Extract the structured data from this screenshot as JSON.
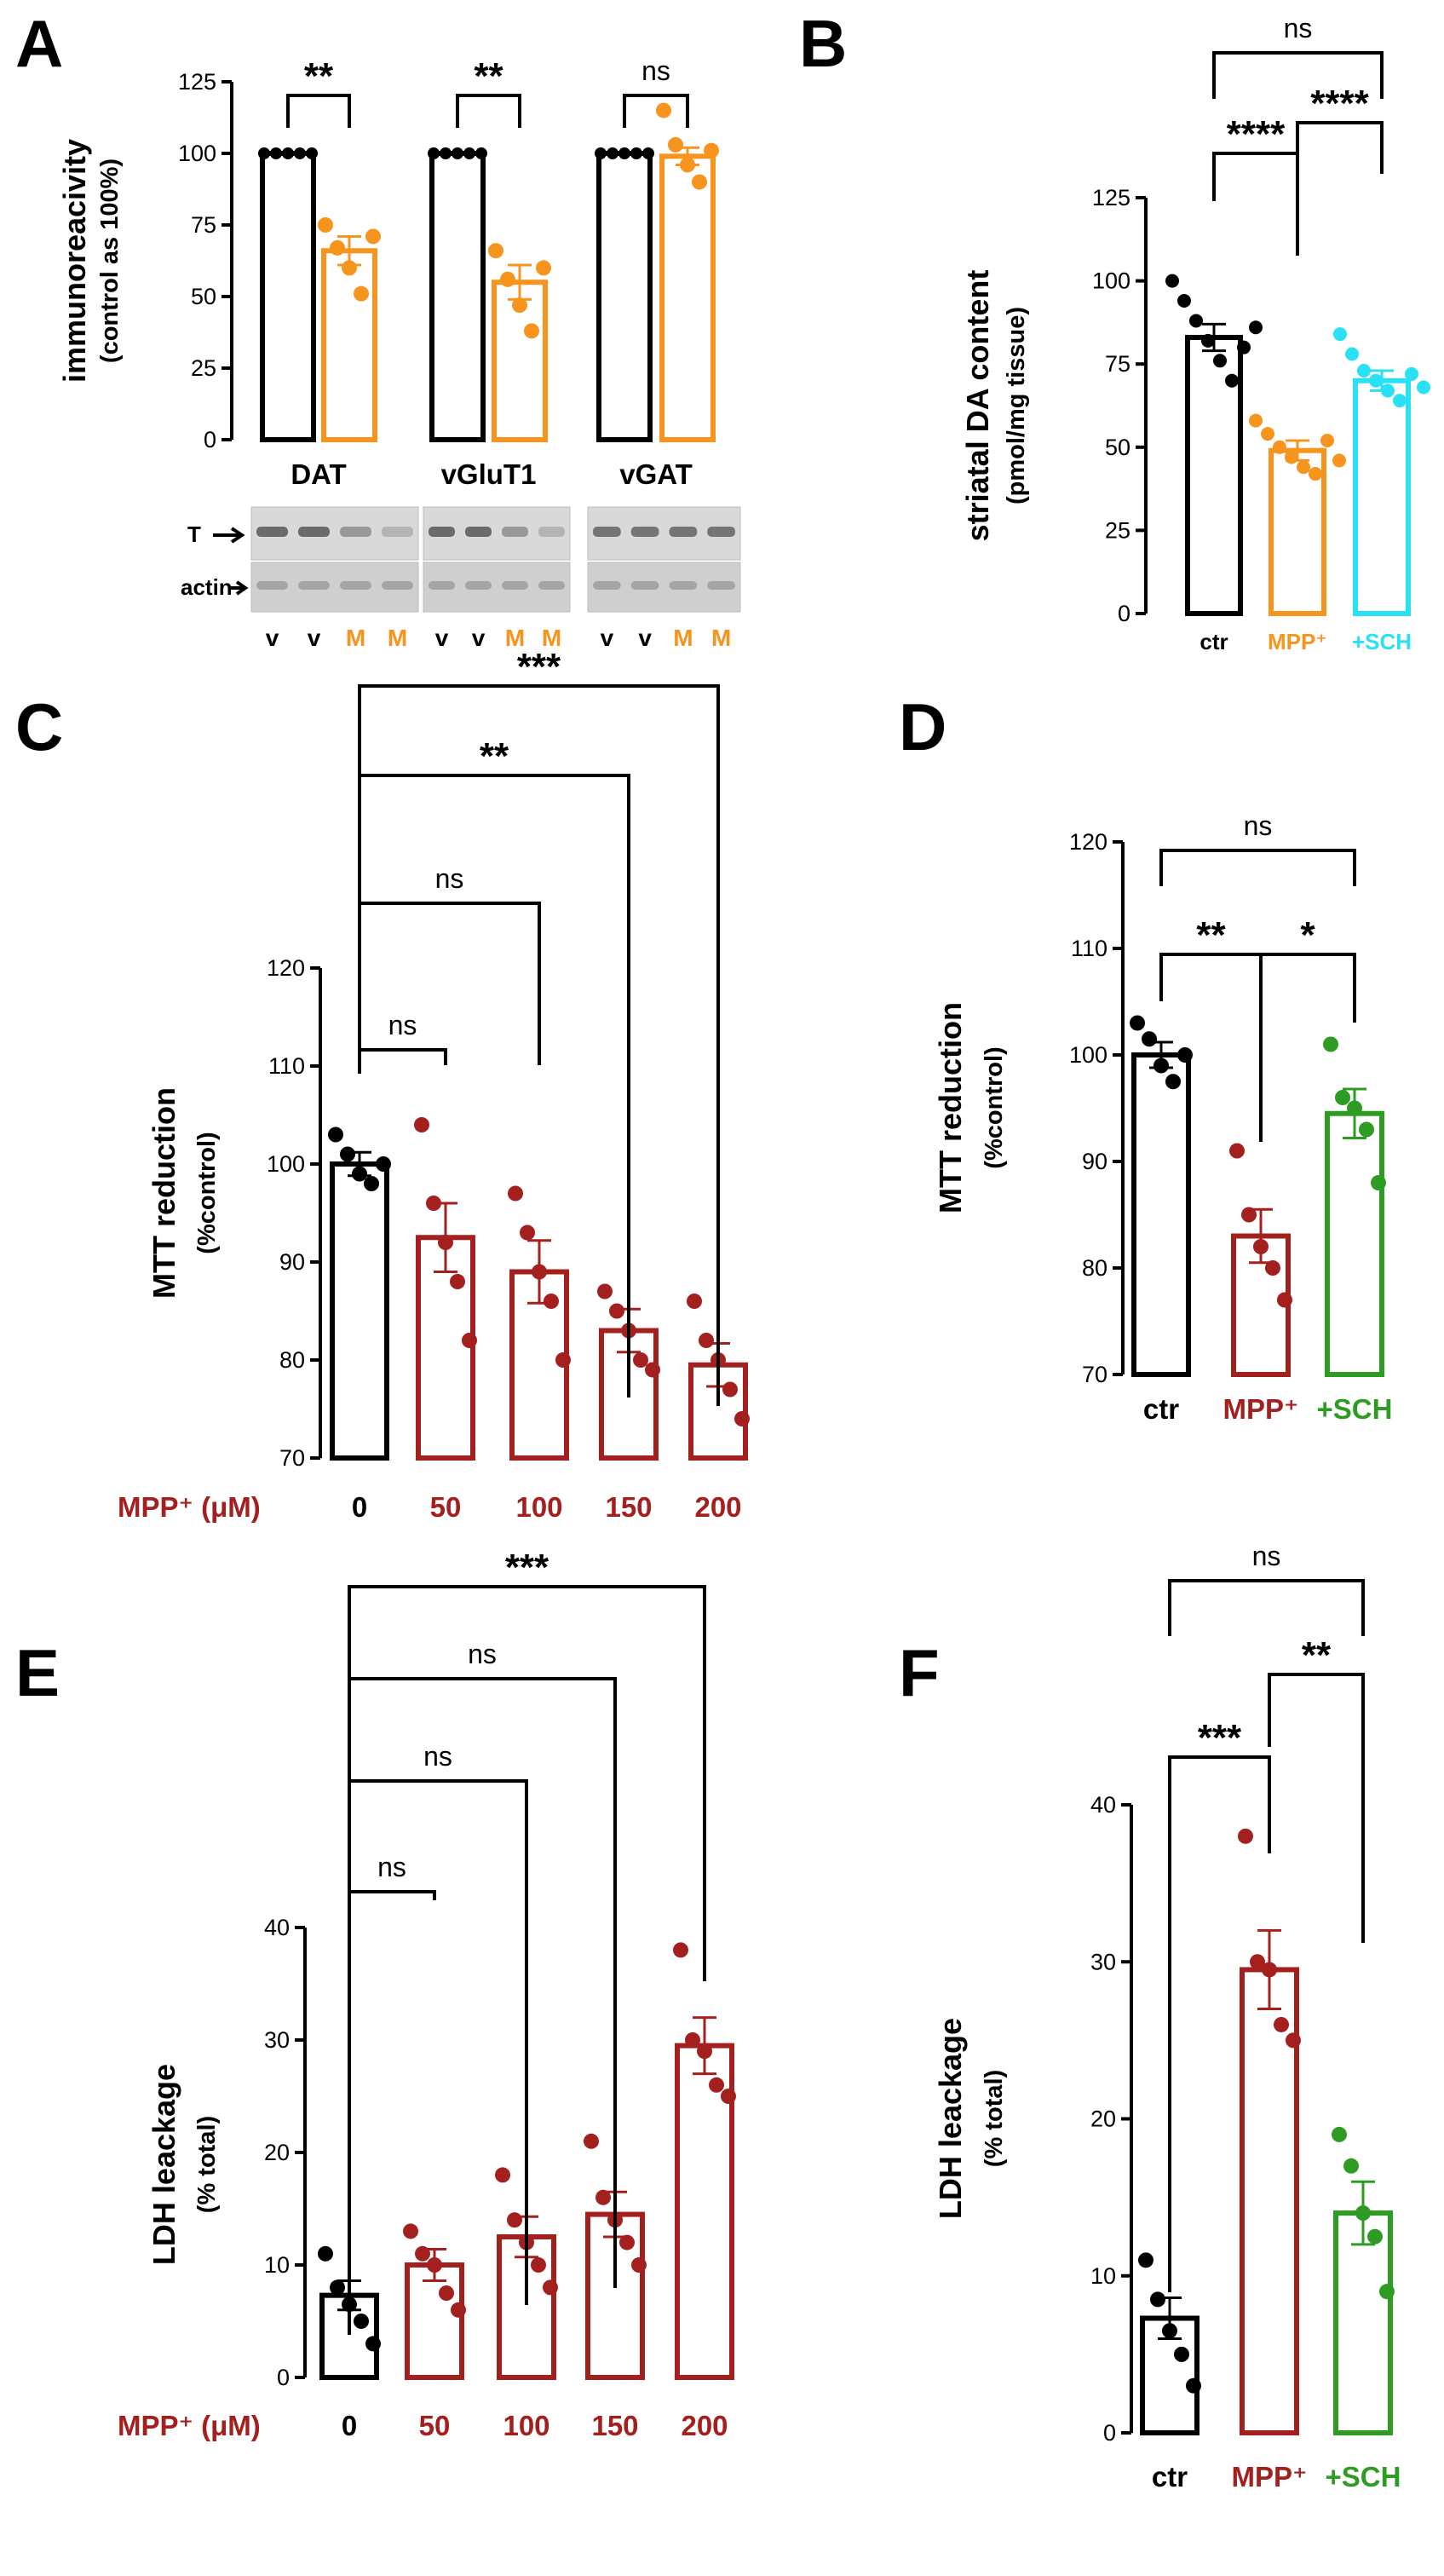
{
  "colors": {
    "black": "#000000",
    "orange": "#f7941d",
    "cyan": "#29e0f5",
    "darkred": "#a3201e",
    "green": "#2e9b23",
    "grey": "#888888"
  },
  "chart_data": [
    {
      "panel": "A",
      "type": "bar",
      "ylabel": "immunoreacivity",
      "ylabel2": "(control as 100%)",
      "ylim": [
        0,
        125
      ],
      "yticks": [
        0,
        25,
        50,
        75,
        100,
        125
      ],
      "groups": [
        {
          "name": "DAT",
          "ctr": 100,
          "trt": 66,
          "trt_sem": 5,
          "ctr_points": [
            100,
            100,
            100,
            100,
            100
          ],
          "trt_points": [
            75,
            67,
            60,
            51,
            71
          ],
          "sig": "**"
        },
        {
          "name": "vGluT1",
          "ctr": 100,
          "trt": 55,
          "trt_sem": 6,
          "ctr_points": [
            100,
            100,
            100,
            100,
            100
          ],
          "trt_points": [
            66,
            56,
            47,
            38,
            60
          ],
          "sig": "**"
        },
        {
          "name": "vGAT",
          "ctr": 100,
          "trt": 99,
          "trt_sem": 3,
          "ctr_points": [
            100,
            100,
            100,
            100,
            100
          ],
          "trt_points": [
            115,
            103,
            96,
            90,
            101
          ],
          "sig": "ns"
        }
      ],
      "blot": {
        "row_labels": [
          "T",
          "actin"
        ],
        "lanes": [
          "v",
          "v",
          "M",
          "M"
        ]
      }
    },
    {
      "panel": "B",
      "type": "bar",
      "ylabel": "striatal DA content",
      "ylabel2": "(pmol/mg tissue)",
      "ylim": [
        0,
        125
      ],
      "yticks": [
        0,
        25,
        50,
        75,
        100,
        125
      ],
      "categories": [
        "ctr",
        "MPP⁺",
        "+SCH"
      ],
      "values": [
        83,
        49,
        70
      ],
      "sem": [
        4,
        3,
        3
      ],
      "points": [
        [
          100,
          94,
          88,
          82,
          76,
          70,
          80,
          86
        ],
        [
          58,
          54,
          50,
          47,
          44,
          42,
          52,
          46
        ],
        [
          84,
          78,
          73,
          70,
          67,
          64,
          72,
          68
        ]
      ],
      "comparisons": [
        {
          "from": "ctr",
          "to": "MPP⁺",
          "label": "****"
        },
        {
          "from": "MPP⁺",
          "to": "+SCH",
          "label": "****"
        },
        {
          "from": "ctr",
          "to": "+SCH",
          "label": "ns"
        }
      ]
    },
    {
      "panel": "C",
      "type": "bar",
      "ylabel": "MTT reduction",
      "ylabel2": "(%control)",
      "ylim": [
        70,
        120
      ],
      "yticks": [
        70,
        80,
        90,
        100,
        110,
        120
      ],
      "xlabel": "MPP⁺ (μM)",
      "categories": [
        "0",
        "50",
        "100",
        "150",
        "200"
      ],
      "values": [
        100,
        92.5,
        89,
        83,
        79.5
      ],
      "sem": [
        1.2,
        3.5,
        3.2,
        2.2,
        2.2
      ],
      "points": [
        [
          103,
          101,
          99,
          98,
          100
        ],
        [
          104,
          96,
          92,
          88,
          82
        ],
        [
          97,
          93,
          89,
          86,
          80
        ],
        [
          87,
          85,
          83,
          80,
          79
        ],
        [
          86,
          82,
          80,
          77,
          74
        ]
      ],
      "comparisons": [
        {
          "from": "0",
          "to": "50",
          "label": "ns"
        },
        {
          "from": "0",
          "to": "100",
          "label": "ns"
        },
        {
          "from": "0",
          "to": "150",
          "label": "**"
        },
        {
          "from": "0",
          "to": "200",
          "label": "***"
        }
      ]
    },
    {
      "panel": "D",
      "type": "bar",
      "ylabel": "MTT reduction",
      "ylabel2": "(%control)",
      "ylim": [
        70,
        120
      ],
      "yticks": [
        70,
        80,
        90,
        100,
        110,
        120
      ],
      "categories": [
        "ctr",
        "MPP⁺",
        "+SCH"
      ],
      "values": [
        100,
        83,
        94.5
      ],
      "sem": [
        1.2,
        2.5,
        2.3
      ],
      "points": [
        [
          103,
          101.5,
          99,
          97.5,
          100
        ],
        [
          91,
          85,
          82,
          80,
          77
        ],
        [
          101,
          96,
          95,
          93,
          88
        ]
      ],
      "comparisons": [
        {
          "from": "ctr",
          "to": "MPP⁺",
          "label": "**"
        },
        {
          "from": "MPP⁺",
          "to": "+SCH",
          "label": "*"
        },
        {
          "from": "ctr",
          "to": "+SCH",
          "label": "ns"
        }
      ]
    },
    {
      "panel": "E",
      "type": "bar",
      "ylabel": "LDH leackage",
      "ylabel2": "(% total)",
      "ylim": [
        0,
        40
      ],
      "yticks": [
        0,
        10,
        20,
        30,
        40
      ],
      "xlabel": "MPP⁺ (μM)",
      "categories": [
        "0",
        "50",
        "100",
        "150",
        "200"
      ],
      "values": [
        7.3,
        10,
        12.5,
        14.5,
        29.5
      ],
      "sem": [
        1.3,
        1.4,
        1.8,
        2,
        2.5
      ],
      "points": [
        [
          11,
          8,
          6.5,
          5,
          3
        ],
        [
          13,
          11,
          10,
          7.5,
          6
        ],
        [
          18,
          14,
          12,
          10,
          8
        ],
        [
          21,
          16,
          14,
          12,
          10
        ],
        [
          38,
          30,
          29,
          26,
          25
        ]
      ],
      "comparisons": [
        {
          "from": "0",
          "to": "50",
          "label": "ns"
        },
        {
          "from": "0",
          "to": "100",
          "label": "ns"
        },
        {
          "from": "0",
          "to": "150",
          "label": "ns"
        },
        {
          "from": "0",
          "to": "200",
          "label": "***"
        }
      ]
    },
    {
      "panel": "F",
      "type": "bar",
      "ylabel": "LDH leackage",
      "ylabel2": "(% total)",
      "ylim": [
        0,
        40
      ],
      "yticks": [
        0,
        10,
        20,
        30,
        40
      ],
      "categories": [
        "ctr",
        "MPP⁺",
        "+SCH"
      ],
      "values": [
        7.3,
        29.5,
        14
      ],
      "sem": [
        1.3,
        2.5,
        2
      ],
      "points": [
        [
          11,
          8.5,
          6.5,
          5,
          3
        ],
        [
          38,
          30,
          29.5,
          26,
          25
        ],
        [
          19,
          17,
          14,
          12.5,
          9
        ]
      ],
      "comparisons": [
        {
          "from": "ctr",
          "to": "MPP⁺",
          "label": "***"
        },
        {
          "from": "MPP⁺",
          "to": "+SCH",
          "label": "**"
        },
        {
          "from": "ctr",
          "to": "+SCH",
          "label": "ns"
        }
      ]
    }
  ]
}
